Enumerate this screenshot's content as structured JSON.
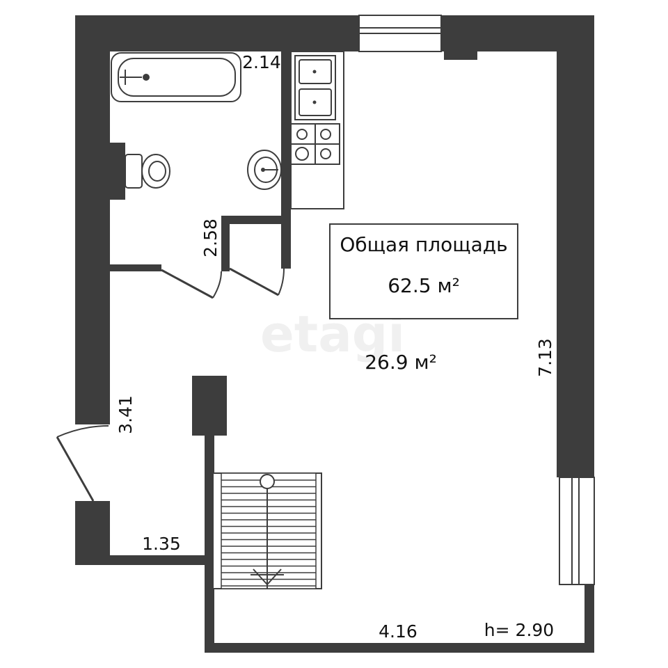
{
  "summary": {
    "total_area_label": "Общая площадь",
    "total_area_value": "62.5 м²"
  },
  "room": {
    "area": "26.9 м²"
  },
  "dimensions": {
    "bathroom_width": "2.14",
    "bathroom_height": "2.58",
    "entry_wall": "3.41",
    "room_height_side": "7.13",
    "bottom_left_wall": "1.35",
    "bottom_wall": "4.16",
    "ceiling_height": "h= 2.90"
  },
  "watermark": {
    "brand": "etagi"
  },
  "colors": {
    "wall": "#3d3d3d",
    "background": "#ffffff"
  }
}
